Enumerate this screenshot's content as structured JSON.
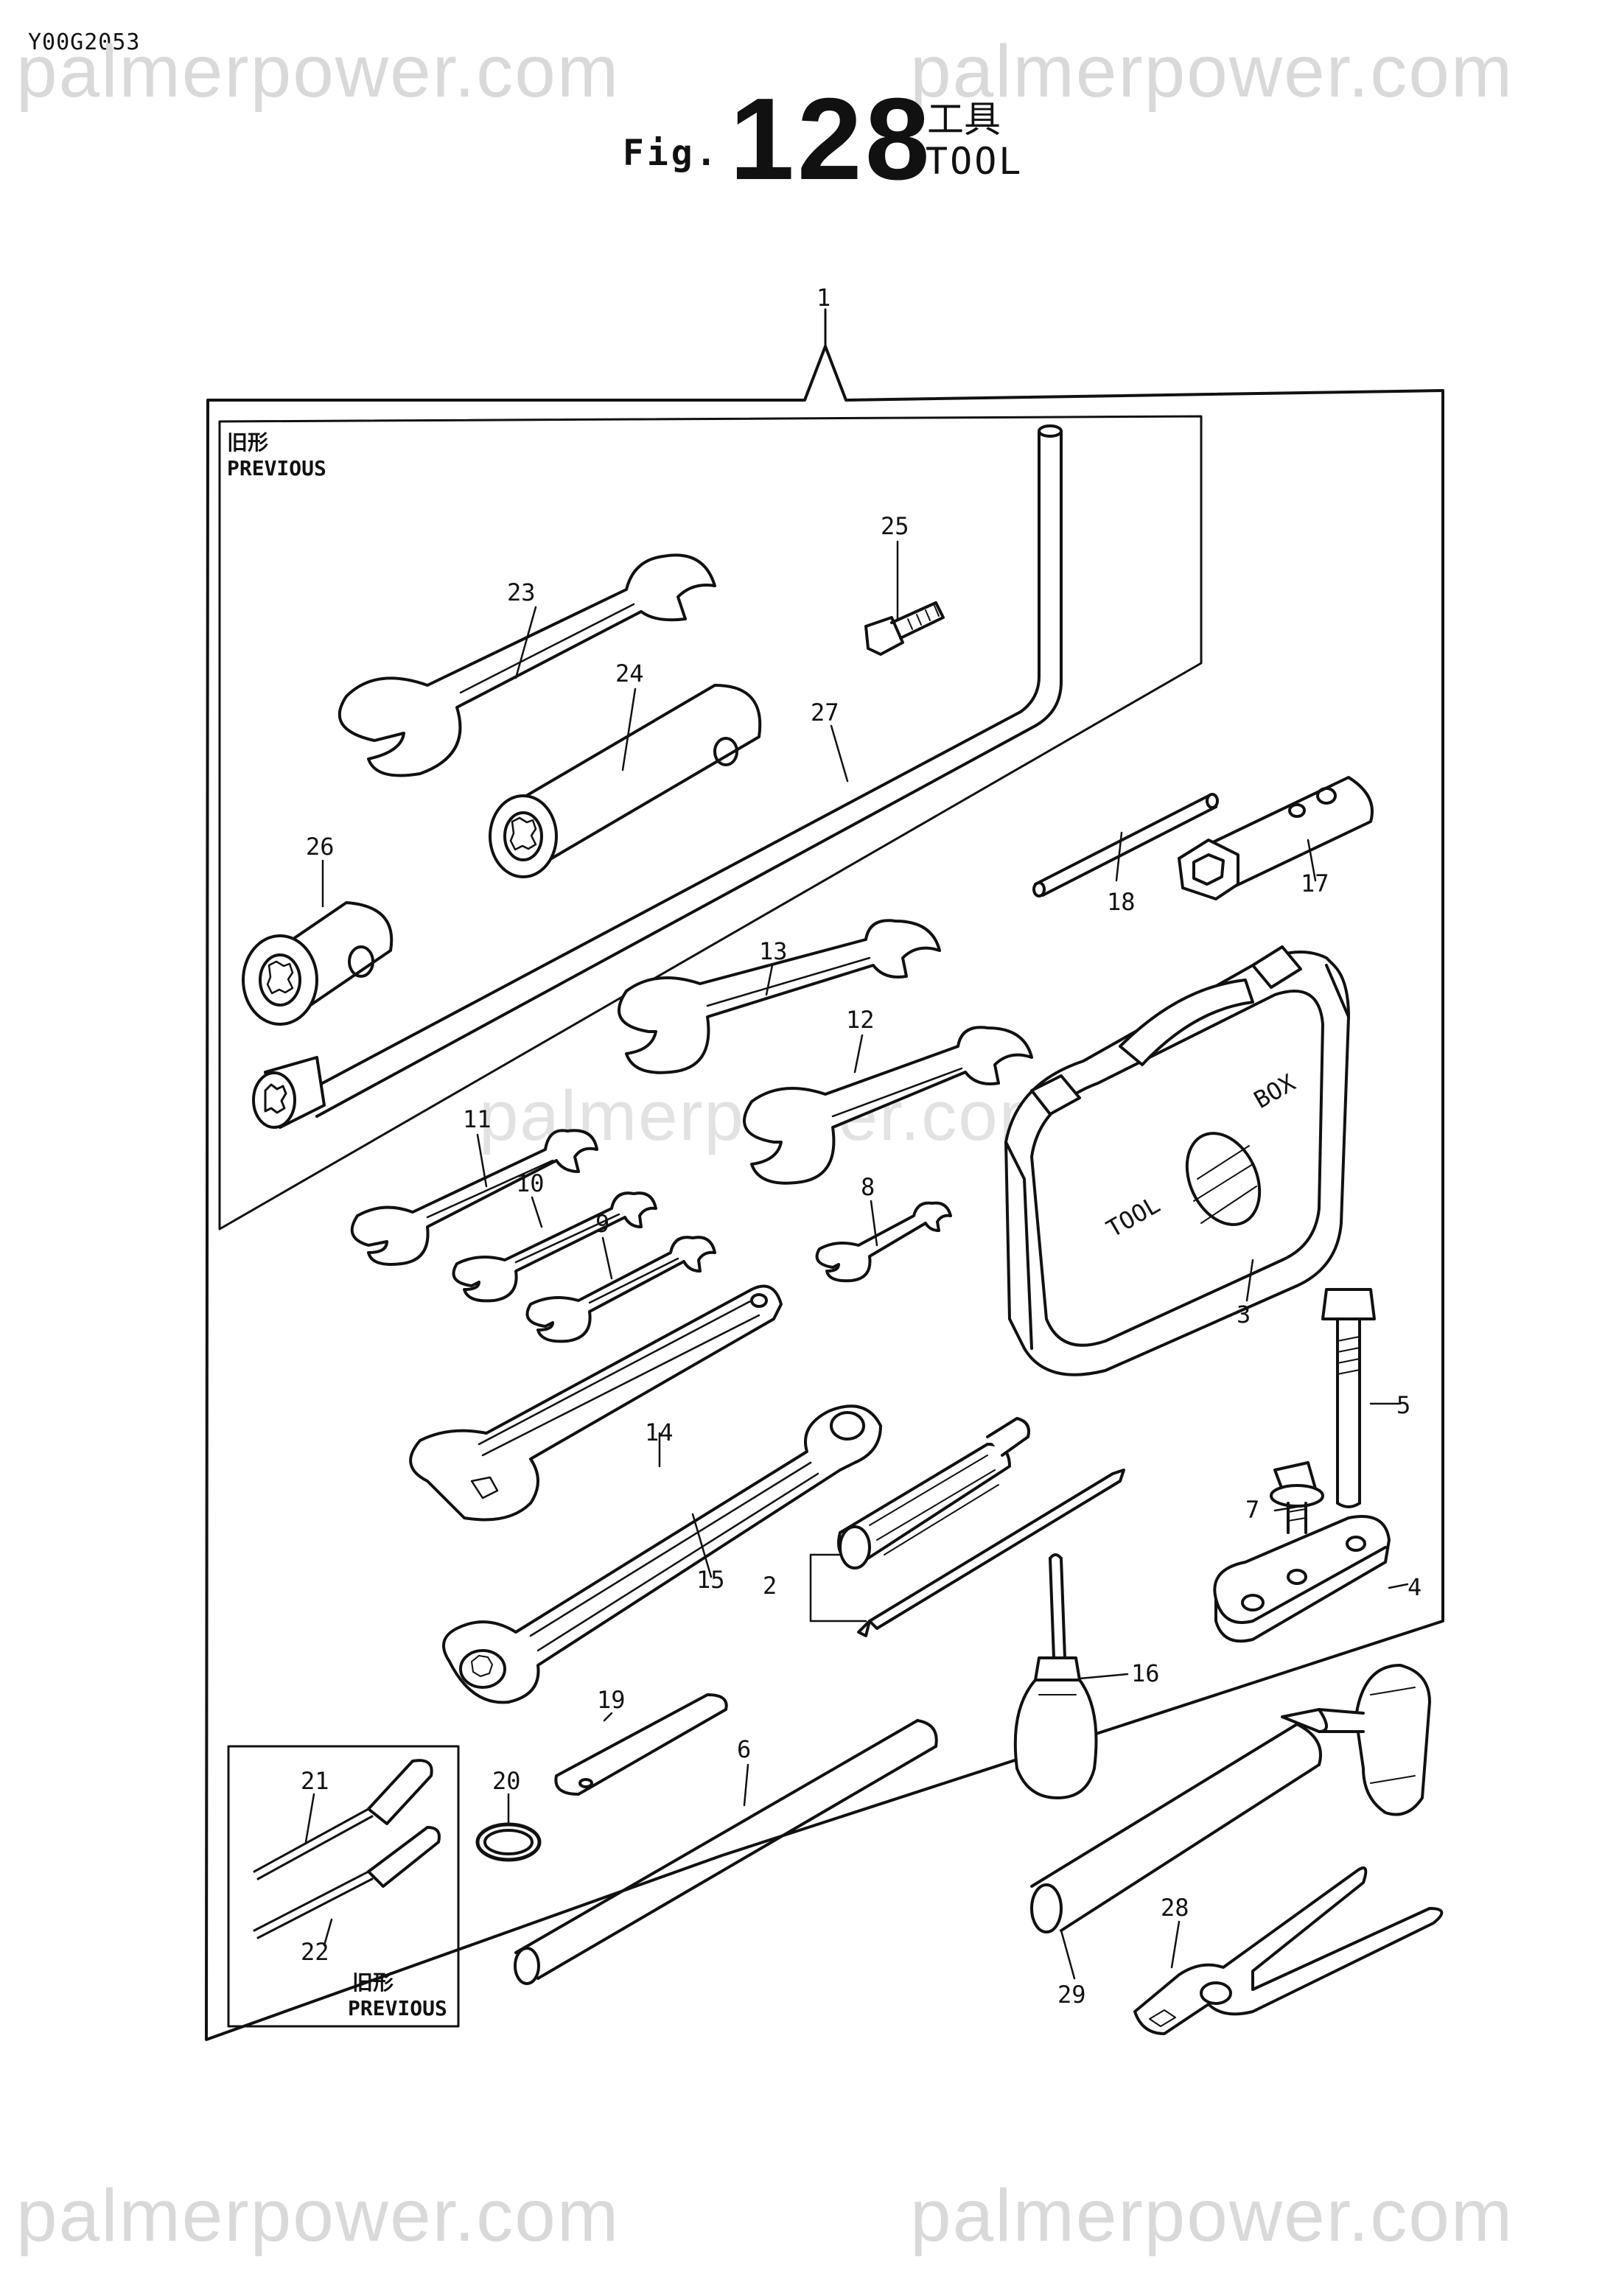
{
  "document": {
    "id_code": "Y00G2053",
    "watermark": "palmerpower.com"
  },
  "figure": {
    "prefix": "Fig.",
    "number": "128",
    "title_jp": "工具",
    "title_en": "TOOL"
  },
  "previous_note": {
    "jp": "旧形",
    "en": "PREVIOUS"
  },
  "toolbox_lettering": {
    "word1": "TOOL",
    "word2": "BOX"
  },
  "callouts": [
    "1",
    "2",
    "3",
    "4",
    "5",
    "6",
    "7",
    "8",
    "9",
    "10",
    "11",
    "12",
    "13",
    "14",
    "15",
    "16",
    "17",
    "18",
    "19",
    "20",
    "21",
    "22",
    "23",
    "24",
    "25",
    "26",
    "27",
    "28",
    "29"
  ]
}
